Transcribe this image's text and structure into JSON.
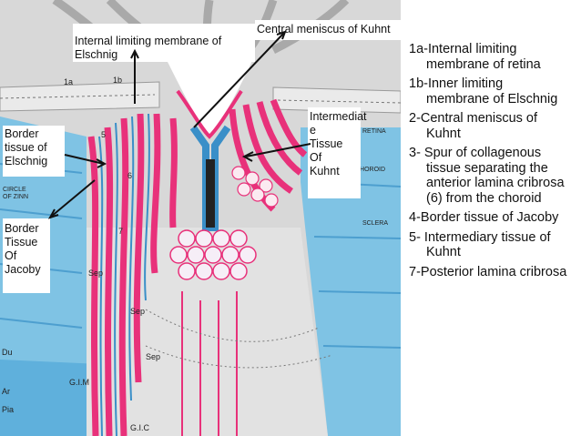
{
  "labels": {
    "internal_limiting": "Internal limiting membrane of\nElschnig",
    "central_meniscus": "Central meniscus of Kuhnt",
    "intermediate": "Intermediat\ne\nTissue\nOf\nKuhnt",
    "border_elschnig": "Border\ntissue of\nElschnig",
    "border_jacoby": "Border\nTissue\nOf\nJacoby"
  },
  "figure_labels": {
    "l1a": "1a",
    "l1b": "1b",
    "l5": "5",
    "l6": "6",
    "l7": "7",
    "sep1": "Sep",
    "sep2": "Sep",
    "sep3": "Sep",
    "circle": "CIRCLE\nOF ZINN",
    "retina": "RETINA",
    "choroid": "CHOROID",
    "sclera": "SCLERA",
    "du": "Du",
    "ar": "Ar",
    "pia": "Pia",
    "gim": "G.I.M",
    "gic": "G.I.C"
  },
  "legend": [
    "1a-Internal limiting membrane of retina",
    "1b-Inner limiting membrane of Elschnig",
    "2-Central meniscus of Kuhnt",
    "3- Spur of collagenous tissue separating the anterior lamina cribrosa (6) from the choroid",
    "4-Border tissue of Jacoby",
    "5- Intermediary tissue of Kuhnt",
    "7-Posterior lamina cribrosa"
  ],
  "colors": {
    "pink": "#e8317a",
    "blue": "#43a6d6",
    "light_blue": "#9fd2ea",
    "grey": "#bdbdbd",
    "border_green": "#8fc96a"
  }
}
